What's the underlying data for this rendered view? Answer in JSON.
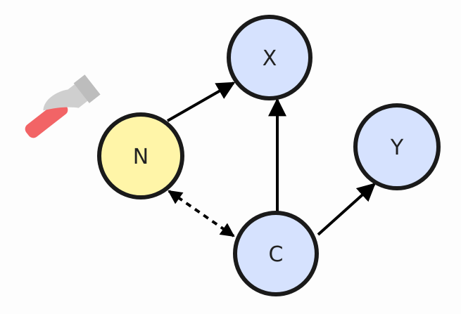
{
  "diagram": {
    "nodes": [
      {
        "id": "N",
        "label": "N",
        "fill": "#fff5a8",
        "stroke": "#1a1a1a"
      },
      {
        "id": "X",
        "label": "X",
        "fill": "#d6e2fe",
        "stroke": "#1a1a1a"
      },
      {
        "id": "C",
        "label": "C",
        "fill": "#d6e2fe",
        "stroke": "#1a1a1a"
      },
      {
        "id": "Y",
        "label": "Y",
        "fill": "#d6e2fe",
        "stroke": "#1a1a1a"
      }
    ],
    "edges": [
      {
        "from": "N",
        "to": "X",
        "style": "solid",
        "direction": "forward"
      },
      {
        "from": "C",
        "to": "X",
        "style": "solid",
        "direction": "forward"
      },
      {
        "from": "C",
        "to": "Y",
        "style": "solid",
        "direction": "forward"
      },
      {
        "from": "N",
        "to": "C",
        "style": "dashed",
        "direction": "both"
      }
    ],
    "icons": [
      {
        "name": "hammer-icon",
        "attached_to": "N",
        "colors": {
          "handle": "#f26466",
          "head": "#c9c9c9"
        }
      }
    ]
  }
}
